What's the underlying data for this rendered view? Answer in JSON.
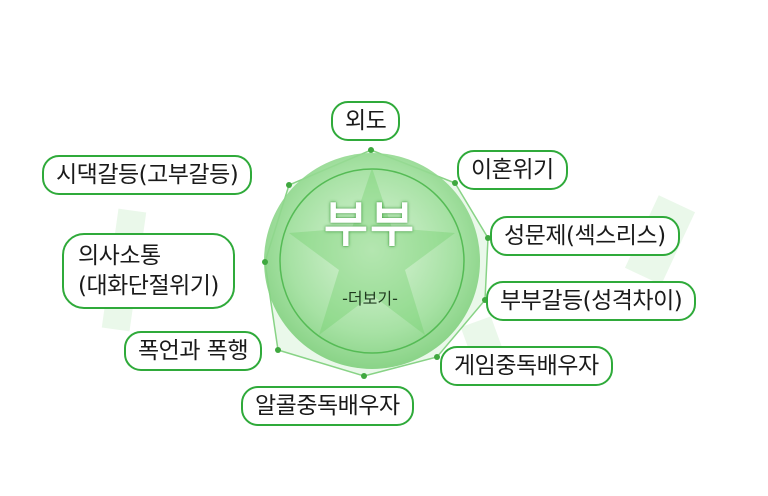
{
  "center": {
    "title": "부부",
    "more_label": "-더보기-"
  },
  "topics": {
    "affair": "외도",
    "divorce_crisis": "이혼위기",
    "in_law_conflict": "시댁갈등(고부갈등)",
    "sexless": "성문제(섹스리스)",
    "communication_line1": "의사소통",
    "communication_line2": "(대화단절위기)",
    "personality_conflict": "부부갈등(성격차이)",
    "violence": "폭언과 폭행",
    "game_addiction": "게임중독배우자",
    "alcohol_addiction": "알콜중독배우자"
  },
  "colors": {
    "accent": "#2faa3a",
    "hub_light": "#bfe9bf",
    "hub_mid": "#7fd37f"
  }
}
